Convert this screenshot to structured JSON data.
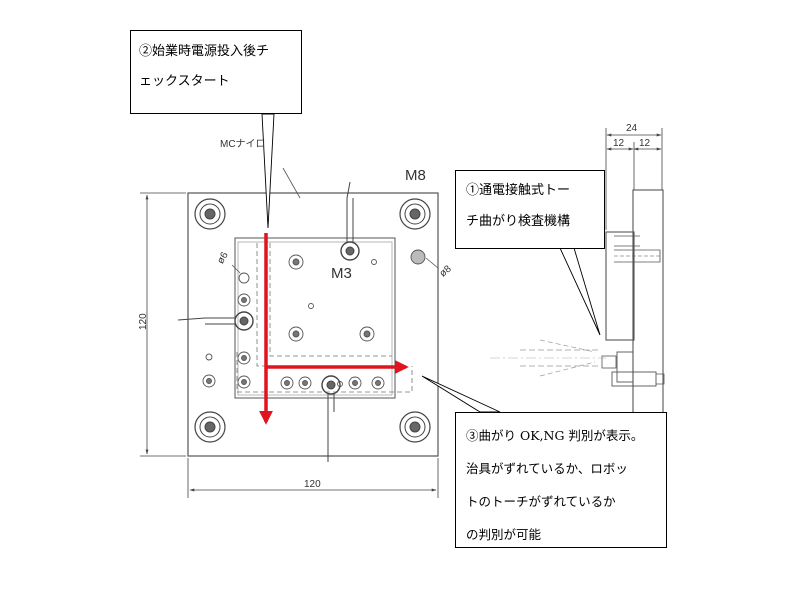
{
  "callouts": {
    "startup_check": [
      "②始業時電源投入後チ",
      "ェックスタート"
    ],
    "mechanism": [
      "①通電接触式トー",
      "チ曲がり検査機構"
    ],
    "judgement": [
      "③曲がり OK,NG 判別が表示。",
      "治具がずれているか、ロボッ",
      "トのトーチがずれているか",
      "の判別が可能"
    ]
  },
  "labels": {
    "material": "MCナイロ",
    "bolt_m8": "M8",
    "bolt_m3": "M3",
    "hole_d6": "ø6",
    "hole_d8": "ø8",
    "dim_width": "120",
    "dim_height": "120",
    "dim_side_total": "24",
    "dim_side_half_a": "12",
    "dim_side_half_b": "12"
  },
  "colors": {
    "line": "#555555",
    "arrow": "#e0141e"
  }
}
